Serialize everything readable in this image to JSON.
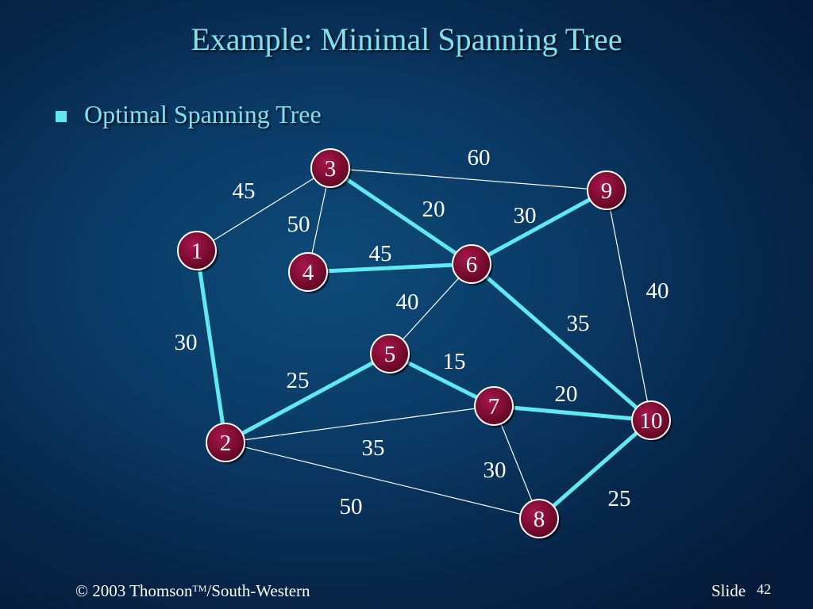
{
  "slide": {
    "title": "Example:  Minimal Spanning Tree",
    "bullet": "Optimal Spanning Tree",
    "footer": {
      "copyright": "© 2003 Thomson",
      "tm": "TM",
      "publisher": "/South-Western",
      "slide_label": "Slide",
      "slide_number": "42"
    }
  },
  "graph": {
    "colors": {
      "tree_edge": "#5fe9f0",
      "other_edge": "#ffffff",
      "node_fill": "#7a0a2c",
      "node_stroke": "#ffffff",
      "label": "#ffffff"
    },
    "nodes": [
      "1",
      "2",
      "3",
      "4",
      "5",
      "6",
      "7",
      "8",
      "9",
      "10"
    ],
    "edges": [
      {
        "from": "1",
        "to": "3",
        "weight": "45",
        "in_tree": false
      },
      {
        "from": "3",
        "to": "9",
        "weight": "60",
        "in_tree": false
      },
      {
        "from": "3",
        "to": "4",
        "weight": "50",
        "in_tree": false
      },
      {
        "from": "3",
        "to": "6",
        "weight": "20",
        "in_tree": true
      },
      {
        "from": "6",
        "to": "9",
        "weight": "30",
        "in_tree": true
      },
      {
        "from": "4",
        "to": "6",
        "weight": "45",
        "in_tree": true
      },
      {
        "from": "1",
        "to": "2",
        "weight": "30",
        "in_tree": true
      },
      {
        "from": "6",
        "to": "5",
        "weight": "40",
        "in_tree": false
      },
      {
        "from": "9",
        "to": "10",
        "weight": "40",
        "in_tree": false
      },
      {
        "from": "6",
        "to": "10",
        "weight": "35",
        "in_tree": true
      },
      {
        "from": "2",
        "to": "5",
        "weight": "25",
        "in_tree": true
      },
      {
        "from": "5",
        "to": "7",
        "weight": "15",
        "in_tree": true
      },
      {
        "from": "7",
        "to": "10",
        "weight": "20",
        "in_tree": true
      },
      {
        "from": "2",
        "to": "7",
        "weight": "35",
        "in_tree": false
      },
      {
        "from": "7",
        "to": "8",
        "weight": "30",
        "in_tree": false
      },
      {
        "from": "2",
        "to": "8",
        "weight": "50",
        "in_tree": false
      },
      {
        "from": "8",
        "to": "10",
        "weight": "25",
        "in_tree": true
      }
    ]
  }
}
